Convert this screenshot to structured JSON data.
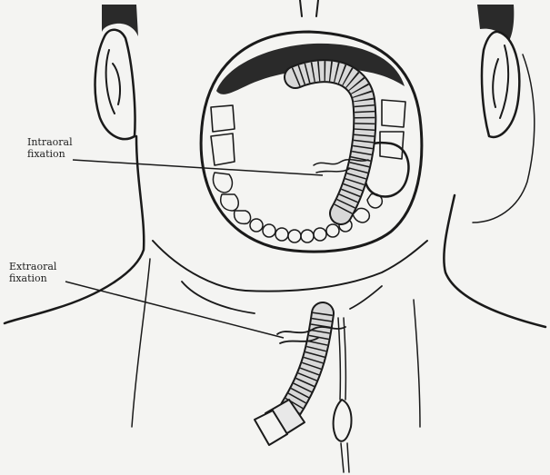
{
  "labels": {
    "intraoral": {
      "line1": "Intraoral",
      "line2": "fixation"
    },
    "extraoral": {
      "line1": "Extraoral",
      "line2": "fixation"
    }
  },
  "colors": {
    "paper": "#f4f4f2",
    "ink": "#1a1a1a",
    "shade": "#2a2a2a",
    "tube": "#d8d8d8"
  }
}
